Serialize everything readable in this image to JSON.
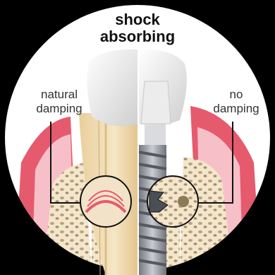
{
  "title": {
    "line1": "shock",
    "line2": "absorbing"
  },
  "labels": {
    "left": {
      "line1": "natural",
      "line2": "damping"
    },
    "right": {
      "line1": "no",
      "line2": "damping"
    }
  },
  "colors": {
    "background": "#000000",
    "circle": "#ffffff",
    "gum": "#e65a6e",
    "gum_light": "#f7c0c8",
    "bone": "#f2e3c8",
    "dentin": "#f3dcae",
    "enamel": "#e8e8e8",
    "implant": "#8a8e96"
  }
}
